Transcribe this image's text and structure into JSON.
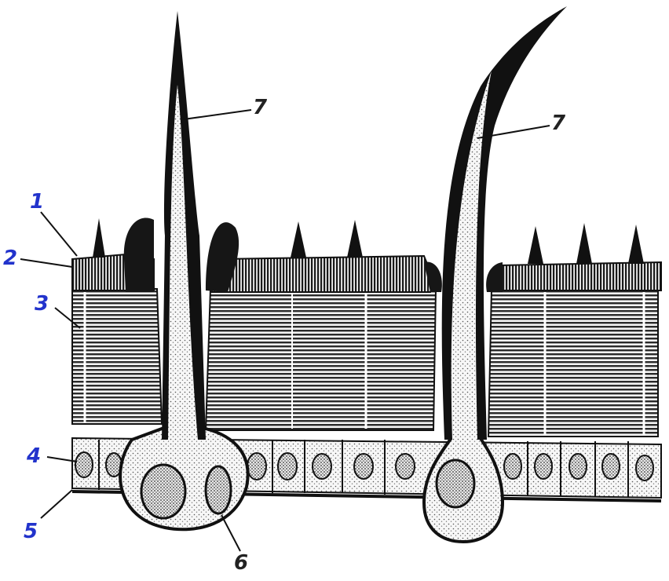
{
  "diagram": {
    "labels": {
      "l1": "1",
      "l2": "2",
      "l3": "3",
      "l4": "4",
      "l5": "5",
      "l6": "6",
      "l7a": "7",
      "l7b": "7"
    },
    "colors": {
      "label_blue": "#2233cc",
      "label_dark": "#222222",
      "ink": "#111111",
      "cuticle": "#1b1b1b",
      "background": "#ffffff"
    }
  }
}
